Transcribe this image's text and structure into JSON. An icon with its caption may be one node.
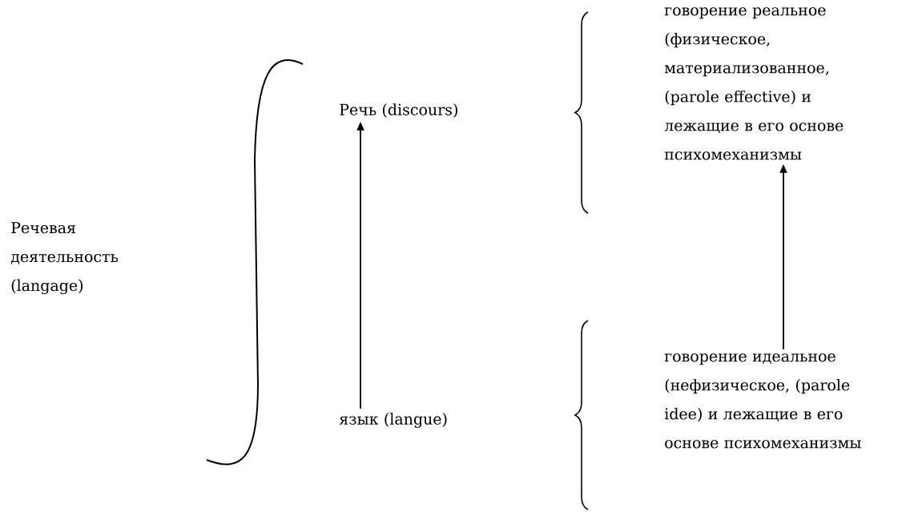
{
  "diagram": {
    "nodes": [
      {
        "text": [
          "Речевая деятельность (langage)"
        ]
      },
      {
        "text": [
          "Речь (discours)"
        ]
      },
      {
        "text": [
          "язык (langue)"
        ]
      },
      {
        "text": [
          "говорение реальное (физическое, материализованное, (parole effective) и лежащие в его основе психомеханизмы"
        ]
      },
      {
        "text": [
          "говорение идеальное (нефизическое, (parole idee) и лежащие в его основе психомеханизмы"
        ]
      }
    ],
    "edges": [
      {
        "from": 2,
        "to": 1,
        "arrow": "to"
      },
      {
        "from": 4,
        "to": 3,
        "arrow": "to"
      }
    ]
  }
}
